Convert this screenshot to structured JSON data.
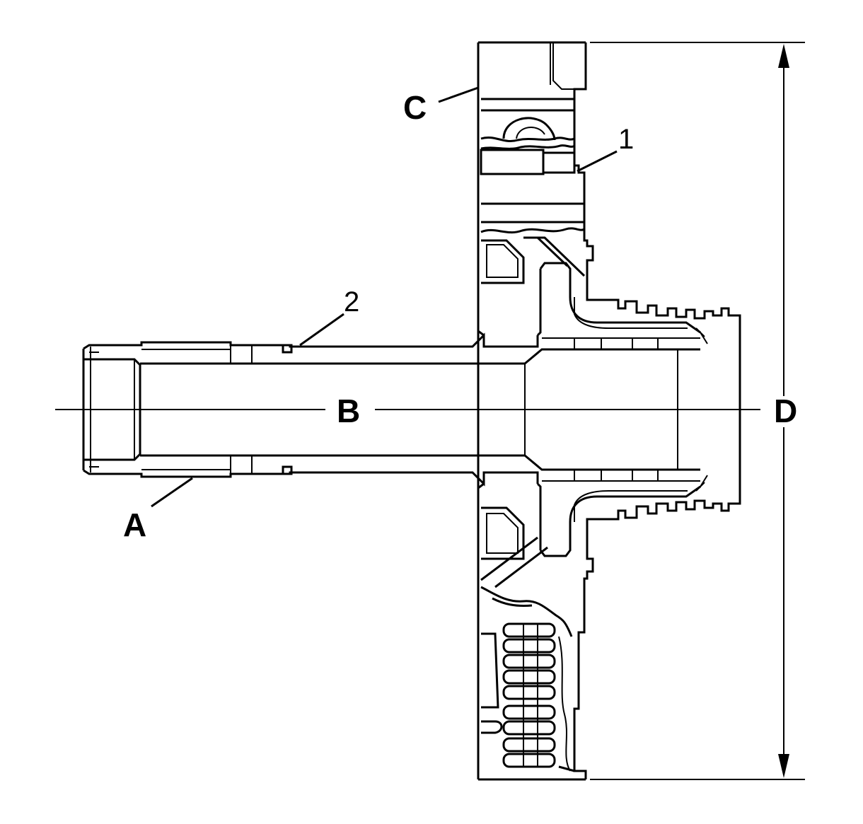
{
  "callouts": {
    "a": "A",
    "b": "B",
    "c": "C",
    "d": "D",
    "n1": "1",
    "n2": "2"
  },
  "colors": {
    "line": "#000000",
    "background": "#ffffff"
  }
}
